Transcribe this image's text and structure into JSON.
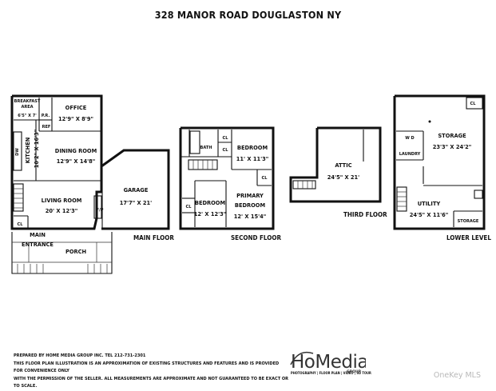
{
  "title": "328 MANOR ROAD DOUGLASTON NY",
  "floors": {
    "main": "MAIN FLOOR",
    "second": "SECOND FLOOR",
    "third": "THIRD FLOOR",
    "lower": "LOWER LEVEL"
  },
  "rooms": {
    "breakfast1": "BREAKFAST",
    "breakfast2": "AREA",
    "breakfast3": "6'5\" X 7'",
    "pr": "P.R.",
    "ref": "REF",
    "office": "OFFICE",
    "office_dim": "12'9\" X 8'9\"",
    "dw": "DW",
    "kitchen": "KITCHEN",
    "kitchen_dim": "10'2\" X 16'3\"",
    "dining": "DINING ROOM",
    "dining_dim": "12'9\" X 14'8\"",
    "living": "LIVING ROOM",
    "living_dim": "20' X 12'3\"",
    "fp": "F/P",
    "cl": "CL",
    "main_entrance1": "MAIN",
    "main_entrance2": "ENTRANCE",
    "porch": "PORCH",
    "garage": "GARAGE",
    "garage_dim": "17'7\" X 21'",
    "bath": "BATH",
    "bedroom": "BEDROOM",
    "bedroom1_dim": "11' X 11'3\"",
    "bedroom2_dim": "12' X 12'3\"",
    "primary1": "PRIMARY",
    "primary2": "BEDROOM",
    "primary_dim": "12' X 15'4\"",
    "attic": "ATTIC",
    "attic_dim": "24'5\" X 21'",
    "storage": "STORAGE",
    "storage_dim": "23'3\" X 24'2\"",
    "wd": "W D",
    "laundry": "LAUNDRY",
    "utility": "UTILITY",
    "utility_dim": "24'5\" X 11'6\""
  },
  "footer": {
    "line1": "PREPARED  BY  HOME MEDIA GROUP INC.  TEL 212-731-2301",
    "line2": "THIS FLOOR PLAN ILLUSTRATION IS AN APPROXIMATION OF EXISTING STRUCTURES AND FEATURES AND IS PROVIDED FOR CONVENIENCE ONLY",
    "line3": "WITH THE PERMISSION OF THE SELLER. ALL MEASUREMENTS ARE APPROXIMATE AND NOT GUARANTEED TO BE EXACT OR TO SCALE."
  },
  "logo": {
    "main": "HoMedia",
    "group": "GROUP",
    "sub": "PHOTOGRAPHY | FLOOR PLAN | VIDEO | 3D TOUR"
  },
  "watermark": "OneKey MLS"
}
